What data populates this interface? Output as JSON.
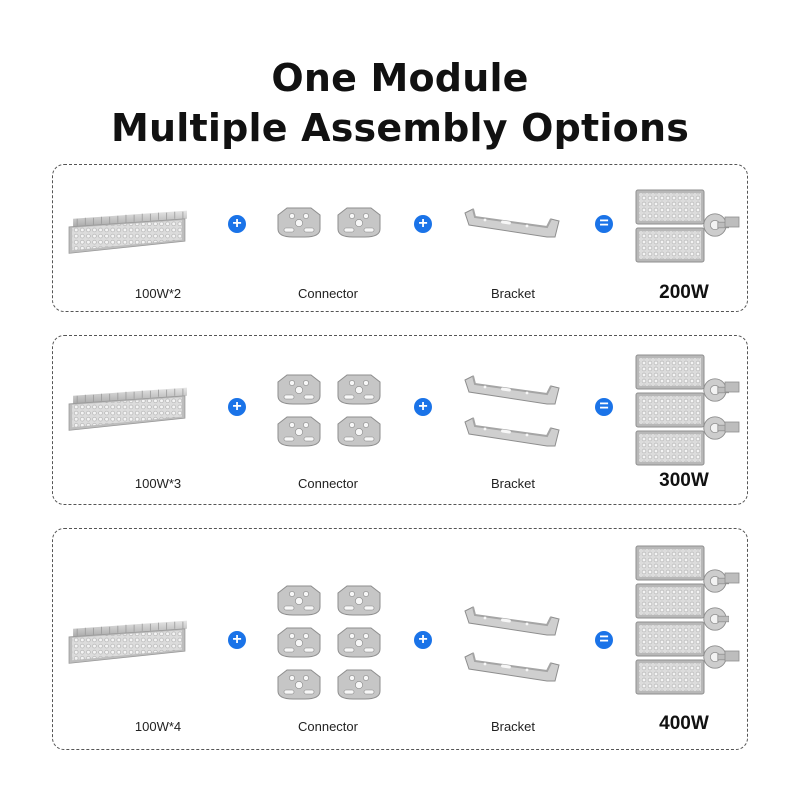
{
  "title": {
    "line1": "One Module",
    "line2": "Multiple Assembly Options"
  },
  "rows": [
    {
      "module_label": "100W*2",
      "connector_label": "Connector",
      "bracket_label": "Bracket",
      "result_label": "200W"
    },
    {
      "module_label": "100W*3",
      "connector_label": "Connector",
      "bracket_label": "Bracket",
      "result_label": "300W"
    },
    {
      "module_label": "100W*4",
      "connector_label": "Connector",
      "bracket_label": "Bracket",
      "result_label": "400W"
    }
  ],
  "operators": {
    "plus": "+",
    "equals": "="
  },
  "colors": {
    "operator_blue": "#1a73e8",
    "metal_gray": "#c9c9c9",
    "border": "#555555"
  },
  "icons": {
    "plus": "plus-circle-icon",
    "equals": "equals-circle-icon"
  }
}
